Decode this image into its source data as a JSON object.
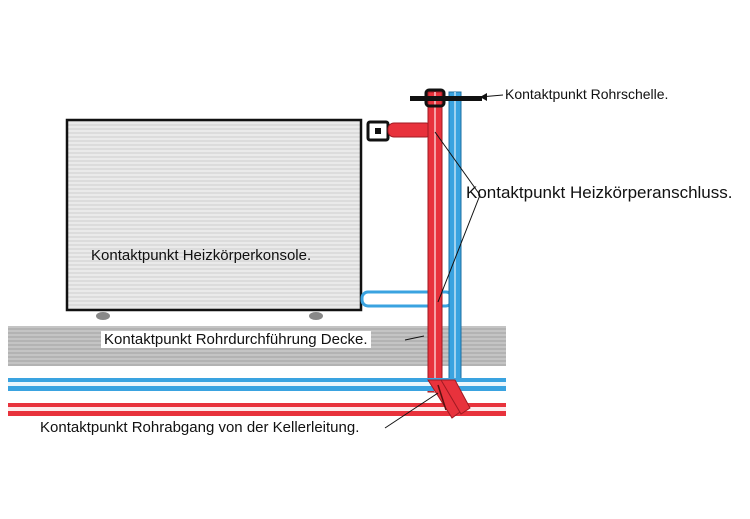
{
  "labels": {
    "clamp": "Kontaktpunkt Rohrschelle.",
    "connection": "Kontaktpunkt Heizkörperanschluss.",
    "console": "Kontaktpunkt Heizkörperkonsole.",
    "ceiling": "Kontaktpunkt Rohrdurchführung Decke.",
    "branch": "Kontaktpunkt Rohrabgang von der Kellerleitung."
  },
  "colors": {
    "supply": "#e8323c",
    "return": "#3aa3e0",
    "radiator": "#e4e4e4",
    "ceiling": "#b8b8b8",
    "outline": "#111111"
  }
}
